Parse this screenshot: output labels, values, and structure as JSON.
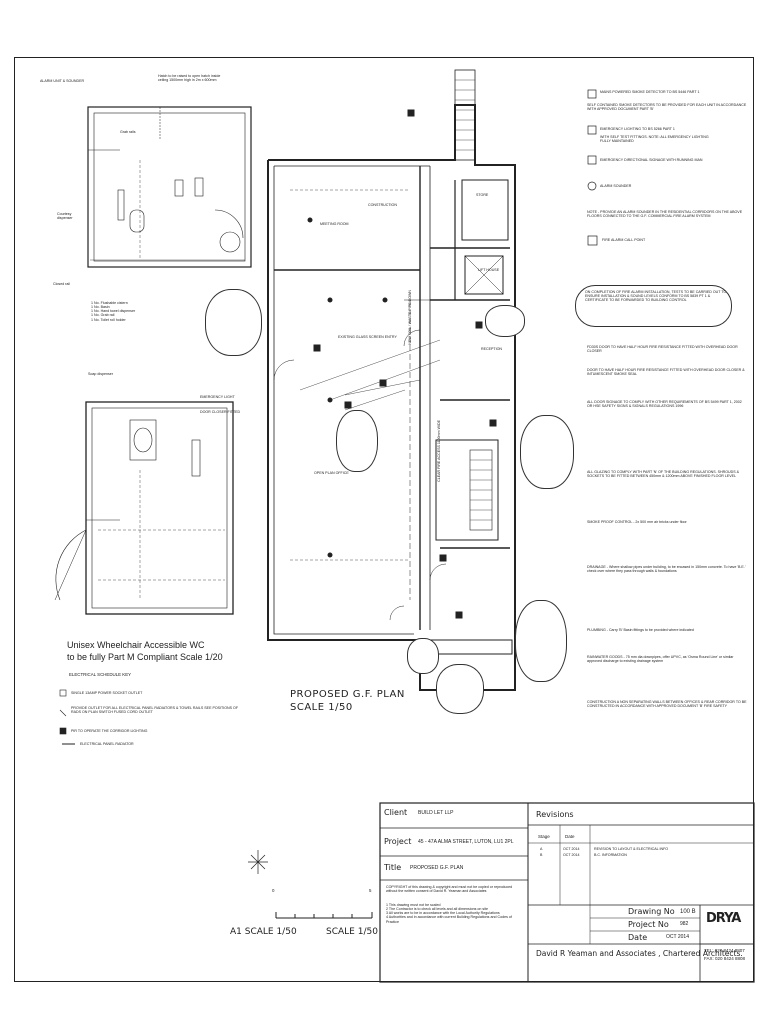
{
  "left_notes": {
    "alarm_unit": "ALARM UNIT & SOUNDER",
    "hatch_note": "Hatch to be raised to open hatch inside ceiling 1500mm high in 2m x 600mm",
    "courtesy_dispenser": "Courtesy dispenser",
    "grab_rails": "Grab rails",
    "closed_rail": "Closed rail",
    "wc_notes": "1 No. Flushable cistern\n1 No. Basin\n1 No. Hand towel dispenser\n1 No. Grab rail\n1 No. Toilet roll holder",
    "soap_dispenser": "Soap dispenser",
    "emergency_light": "EMERGENCY LIGHT",
    "door_closer": "DOOR CLOSER FITTED",
    "wc_title": "Unisex Wheelchair Accessible WC",
    "wc_subtitle": "to be fully Part M Compliant Scale 1/20",
    "electrical_key_title": "ELECTRICAL SCHEDULE KEY",
    "key_socket": "SINGLE 13AMP POWER SOCKET OUTLET",
    "key_note": "PROVIDE OUTLET FOR ALL ELECTRICAL PANEL RADIATORS & TOWEL RAILS SEE POSITIONS OF RADS ON PLAN SWITCH FUSED CORD OUTLET",
    "key_pir": "PIR TO OPERATE THE CORRIDOR LIGHTING",
    "key_radiator": "ELECTRICAL PANEL RADIATOR"
  },
  "plan": {
    "title": "PROPOSED G.F. PLAN",
    "scale": "SCALE 1/50",
    "rooms": {
      "meeting": "MEETING ROOM",
      "construction": "CONSTRUCTION",
      "store": "STORE",
      "lift": "LIFT HOUSE",
      "open_plan": "OPEN PLAN OFFICE",
      "existing_glass": "EXISTING GLASS SCREEN ENTRY",
      "reception": "RECEPTION",
      "new_soil": "NEW SOIL / WASTE PIPE DOWN",
      "clear_width": "CLEAR FIRE ACCESS 1100mm WIDE"
    }
  },
  "right_notes": {
    "smoke_detector": "MAINS POWERED SMOKE DETECTOR TO BS 5446 PART 1",
    "smoke_detail": "SELF CONTAINED SMOKE DETECTORS TO BE PROVIDED FOR EACH UNIT IN ACCORDANCE WITH APPROVED DOCUMENT PART 'B'",
    "emergency_lighting": "EMERGENCY LIGHTING TO BS 5266 PART 1",
    "emergency_detail": "WITH SELF TEST FITTINGS. NOTE: ALL EMERGENCY LIGHTING FULLY MAINTAINED",
    "directional_signage": "EMERGENCY DIRECTIONAL SIGNAGE WITH RUNNING MAN",
    "alarm_sounder": "ALARM SOUNDER",
    "alarm_note": "NOTE - PROVIDE AN ALARM SOUNDER IN THE RESIDENTIAL CORRIDORS ON THE ABOVE FLOORS CONNECTED TO THE G.F. COMMERCIAL FIRE ALARM SYSTEM",
    "call_point": "FIRE ALARM CALL POINT",
    "fire_alarm_note": "ON COMPLETION OF FIRE ALARM INSTALLATION, TESTS TO BE CARRIED OUT TO ENSURE INSTALLATION & SOUND LEVELS CONFORM TO BS 5839 PT 1 & CERTIFICATE TO BE FORWARDED TO BUILDING CONTROL",
    "fd30_note": "FD30S DOOR TO HAVE HALF HOUR FIRE RESISTANCE FITTED WITH OVERHEAD DOOR CLOSER",
    "fd30_note2": "DOOR TO HAVE HALF HOUR FIRE RESISTANCE FITTED WITH OVERHEAD DOOR CLOSER & INTUMESCENT SMOKE SEAL",
    "doors_note": "ALL DOOR SIGNAGE TO COMPLY WITH OTHER REQUIREMENTS OF BS 5499 PART 1, 2002 OR HSE SAFETY SIGNS & SIGNALS REGULATIONS 1996",
    "glazing_note": "ALL GLAZING TO COMPLY WITH PART 'N' OF THE BUILDING REGULATIONS. SHROUDS & SOCKETS TO BE FITTED BETWEEN 450mm & 1200mm ABOVE FINISHED FLOOR LEVEL",
    "drainage_note": "DRAINAGE - Where shallow pipes under building, to be encased in 150mm concrete. To have 'B.E.' check over where they pass through walls & foundations",
    "plumbing_note": "PLUMBING - Carry 'B' Basin fittings to be provided where indicated",
    "rainwater_note": "RAINWATER GOODS - 75 mm dia downpipes, offer UPVC, as 'Osma Round Line' or similar approved discharge to existing drainage system",
    "construction_note": "CONSTRUCTION A NON SEPARATING WALLS BETWEEN OFFICES & REAR CORRIDOR TO BE CONSTRUCTED IN ACCORDANCE WITH APPROVED DOCUMENT 'B' FIRE SAFETY",
    "fresh_air_note": "SMOKE PROOF CONTROL - 2x 500 mm air bricks under floor"
  },
  "title_block": {
    "client_label": "Client",
    "client_value": "BUILD LET LLP",
    "project_label": "Project",
    "project_value": "45 - 47A ALMA STREET, LUTON, LU1 2PL",
    "title_label": "Title",
    "title_value": "PROPOSED G.F. PLAN",
    "copyright": "COPYRIGHT of this drawing & copyright and must not be copied or reproduced without the written consent of David R. Yeaman and Associates",
    "notes": "1 This drawing must not be scaled\n2 The Contractor is to check all levels and all dimensions on site\n3 All works are to be in accordance with the Local Authority Regulations\n4 Authorities and in accordance with current Building Regulations and Codes of Practice",
    "revisions_label": "Revisions",
    "stage_label": "Stage",
    "date_label": "Date",
    "rev_a_stage": "A",
    "rev_a_date": "OCT 2014",
    "rev_a_text": "REVISION TO LAYOUT & ELECTRICAL INFO",
    "rev_b_stage": "B",
    "rev_b_date": "OCT 2014",
    "rev_b_text": "B.C. INFORMATION",
    "drawing_no_label": "Drawing No",
    "drawing_no_value": "100 B",
    "project_no_label": "Project No",
    "project_no_value": "982",
    "date_field_label": "Date",
    "date_field_value": "OCT 2014",
    "firm": "David R Yeaman and Associates , Chartered Architects.",
    "tel": "TEL: 020 8424 8807",
    "fax": "FAX: 020 8424 8808",
    "logo": "DRYA"
  },
  "scale_bar": {
    "a1_scale": "A1 SCALE 1/50",
    "scale": "SCALE 1/50",
    "zero": "0",
    "five": "5"
  }
}
